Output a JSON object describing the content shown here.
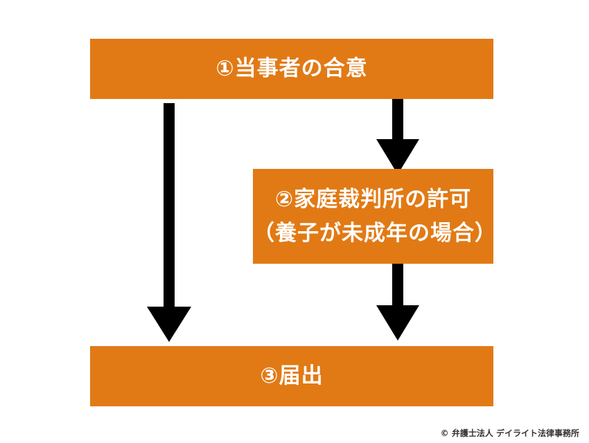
{
  "colors": {
    "box_fill": "#e17a15",
    "box_text": "#ffffff",
    "arrow": "#000000"
  },
  "steps": [
    {
      "label": "①当事者の合意"
    },
    {
      "label_line1": "②家庭裁判所の許可",
      "label_line2": "（養子が未成年の場合）"
    },
    {
      "label": "③届出"
    }
  ],
  "footer": {
    "copyright": "© 弁護士法人 デイライト法律事務所"
  }
}
